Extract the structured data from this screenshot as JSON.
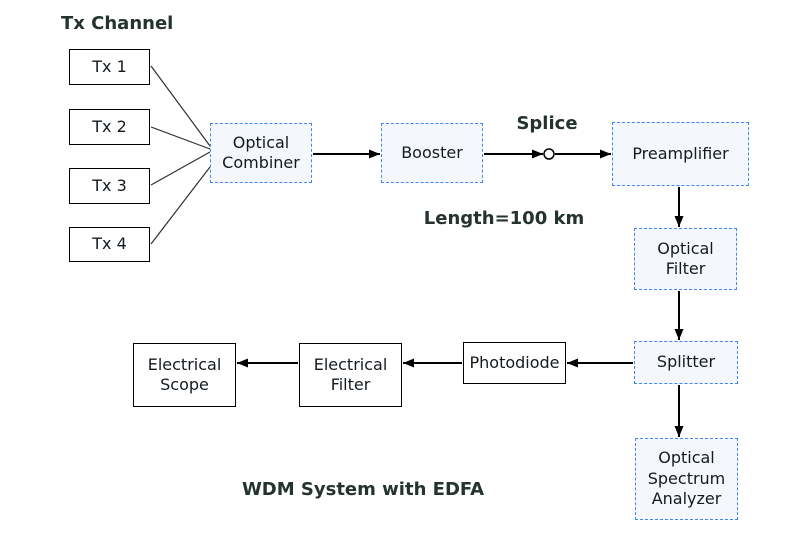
{
  "diagram": {
    "group_label": "Tx Channel",
    "caption": "WDM System with EDFA",
    "splice_label": "Splice",
    "fiber_length_label": "Length=100 km",
    "nodes": {
      "tx1": "Tx 1",
      "tx2": "Tx 2",
      "tx3": "Tx 3",
      "tx4": "Tx 4",
      "optical_combiner": "Optical Combiner",
      "booster": "Booster",
      "preamplifier": "Preamplifier",
      "optical_filter": "Optical Filter",
      "splitter": "Splitter",
      "optical_spectrum_analyzer": "Optical Spectrum Analyzer",
      "photodiode": "Photodiode",
      "electrical_filter": "Electrical Filter",
      "electrical_scope": "Electrical Scope"
    },
    "colors": {
      "optical_node_border": "#4285f4",
      "optical_node_fill": "#f4f8fd",
      "electrical_node_border": "#000000",
      "node_text": "#141a21",
      "label_text": "#243230",
      "connector": "#000000",
      "background": "#ffffff"
    }
  }
}
